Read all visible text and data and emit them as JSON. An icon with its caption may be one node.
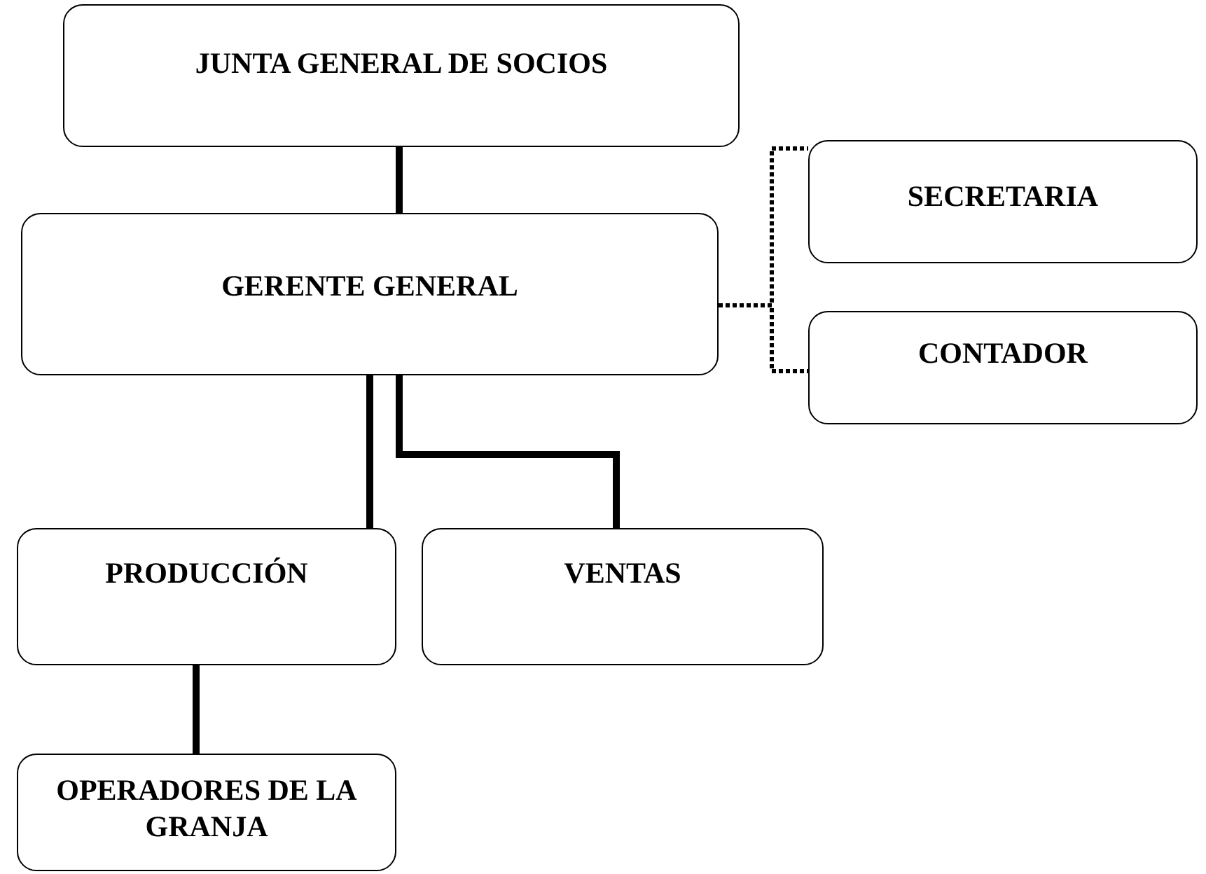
{
  "diagram": {
    "nodes": [
      {
        "text": [
          "JUNTA GENERAL DE SOCIOS"
        ]
      },
      {
        "text": [
          "GERENTE GENERAL"
        ]
      },
      {
        "text": [
          "SECRETARIA"
        ]
      },
      {
        "text": [
          "CONTADOR"
        ]
      },
      {
        "text": [
          "PRODUCCIÓN"
        ]
      },
      {
        "text": [
          "VENTAS"
        ]
      },
      {
        "text": [
          "OPERADORES DE LA GRANJA"
        ]
      }
    ],
    "edges": [
      {
        "from": 0,
        "to": 1,
        "arrow": "none"
      },
      {
        "from": 1,
        "to": 2,
        "arrow": "none",
        "style": "dashed"
      },
      {
        "from": 1,
        "to": 3,
        "arrow": "none",
        "style": "dashed"
      },
      {
        "from": 1,
        "to": 4,
        "arrow": "none"
      },
      {
        "from": 1,
        "to": 5,
        "arrow": "none"
      },
      {
        "from": 4,
        "to": 6,
        "arrow": "none"
      }
    ]
  }
}
